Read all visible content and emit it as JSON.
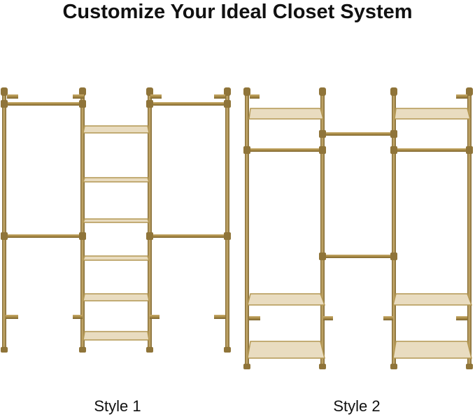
{
  "title": "Customize Your Ideal Closet System",
  "labels": {
    "style1": "Style 1",
    "style2": "Style 2"
  },
  "colors": {
    "pipe": "#a88a45",
    "pipe_dark": "#7d6530",
    "pipe_light": "#c9ad6e",
    "shelf": "#b39752",
    "background": "#ffffff"
  }
}
